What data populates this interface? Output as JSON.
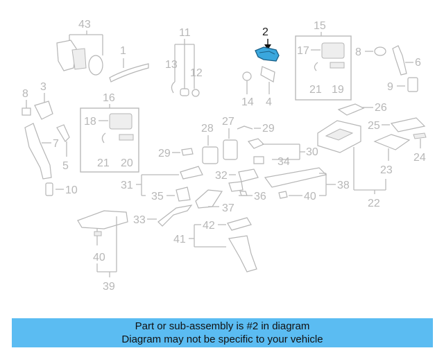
{
  "diagram": {
    "highlighted_part": "2",
    "part_numbers": [
      "43",
      "1",
      "11",
      "13",
      "12",
      "2",
      "15",
      "17",
      "21",
      "19",
      "8",
      "6",
      "9",
      "3",
      "16",
      "18",
      "21",
      "20",
      "14",
      "4",
      "26",
      "8",
      "7",
      "5",
      "28",
      "27",
      "29",
      "25",
      "24",
      "29",
      "30",
      "34",
      "10",
      "31",
      "35",
      "32",
      "38",
      "36",
      "40",
      "23",
      "37",
      "22",
      "33",
      "42",
      "41",
      "40",
      "39"
    ]
  },
  "banner": {
    "line1": "Part or sub-assembly is #2 in diagram",
    "line2": "Diagram may not be specific to your vehicle"
  },
  "colors": {
    "banner": "#5bbcf2",
    "highlight_part": "#3aa7dd",
    "faded_lines": "#b9b9b9"
  }
}
